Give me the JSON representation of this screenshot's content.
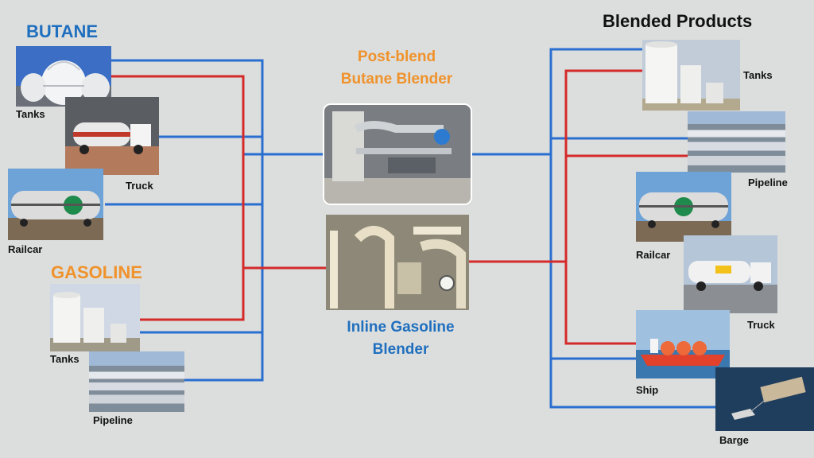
{
  "headers": {
    "butane": "BUTANE",
    "gasoline": "GASOLINE",
    "blended": "Blended Products",
    "post_blend_line1": "Post-blend",
    "post_blend_line2": "Butane Blender",
    "inline_line1": "Inline Gasoline",
    "inline_line2": "Blender"
  },
  "sources": {
    "butane": [
      {
        "label": "Tanks",
        "icon": "spherical-tanks-photo"
      },
      {
        "label": "Truck",
        "icon": "tank-truck-photo"
      },
      {
        "label": "Railcar",
        "icon": "railcar-photo"
      }
    ],
    "gasoline": [
      {
        "label": "Tanks",
        "icon": "storage-tanks-photo"
      },
      {
        "label": "Pipeline",
        "icon": "pipeline-photo"
      }
    ]
  },
  "destinations": [
    {
      "label": "Tanks",
      "icon": "storage-tanks-photo"
    },
    {
      "label": "Pipeline",
      "icon": "pipeline-photo"
    },
    {
      "label": "Railcar",
      "icon": "railcar-photo"
    },
    {
      "label": "Truck",
      "icon": "tank-truck-photo"
    },
    {
      "label": "Ship",
      "icon": "ship-photo"
    },
    {
      "label": "Barge",
      "icon": "barge-photo"
    }
  ],
  "colors": {
    "butane_line": "#2a6fd0",
    "gasoline_line": "#d42a2a",
    "butane_heading": "#1f6fbf",
    "blender_heading": "#f0922b",
    "inline_heading": "#1f6fbf",
    "background": "#dcdedd"
  }
}
